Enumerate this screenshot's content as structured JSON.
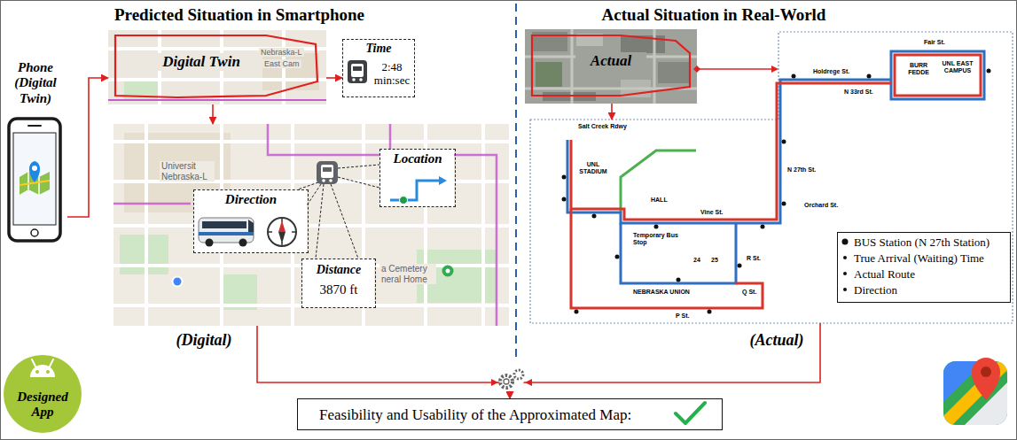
{
  "diagram": {
    "nodes": [
      {
        "text": [
          "Phone (Digital Twin)"
        ]
      },
      {
        "text": [
          "Digital Twin",
          "Nebraska-L",
          "East Cam"
        ]
      },
      {
        "text": [
          "Time",
          "2:48 min:sec"
        ]
      },
      {
        "text": [
          "Universit Nebraska-L",
          "a Cemetery neral Home"
        ]
      },
      {
        "text": [
          "Direction"
        ],
        "in": 3
      },
      {
        "text": [
          "Location"
        ],
        "in": 3
      },
      {
        "text": [
          "Distance",
          "3870 ft"
        ],
        "in": 3
      },
      {
        "text": [
          "Actual"
        ]
      },
      {
        "text": [
          "Salt Creek Rdwy",
          "UNL STADIUM",
          "HALL",
          "Vine St.",
          "Temporary Bus Stop",
          "24",
          "25",
          "R St.",
          "NEBRASKA UNION",
          "Q St.",
          "P St.",
          "N 27th St.",
          "Orchard St."
        ]
      },
      {
        "text": [
          "BUS Station (N 27th Station)",
          "True Arrival (Waiting) Time",
          "Actual Route",
          "Direction"
        ],
        "in": 8
      },
      {
        "text": [
          "Designed App"
        ]
      },
      {
        "text": [
          "Feasibility and Usability of the Approximated Map:"
        ]
      }
    ],
    "edges": [
      {
        "from": 0,
        "to": 1,
        "arrow": "to"
      },
      {
        "from": 1,
        "to": 2,
        "arrow": "to"
      },
      {
        "from": 1,
        "to": 3,
        "arrow": "to"
      },
      {
        "from": 7,
        "to": 8,
        "arrow": "to"
      },
      {
        "from": 3,
        "to": 11,
        "arrow": "to"
      },
      {
        "from": 8,
        "to": 11,
        "arrow": "to"
      }
    ],
    "labels": [
      "Predicted Situation in Smartphone",
      "Actual Situation in Real-World",
      "Holdrege St.",
      "Fair St.",
      "BURR FEDDE",
      "UNL EAST CAMPUS",
      "N 33rd St.",
      "(Digital)",
      "(Actual)"
    ]
  }
}
